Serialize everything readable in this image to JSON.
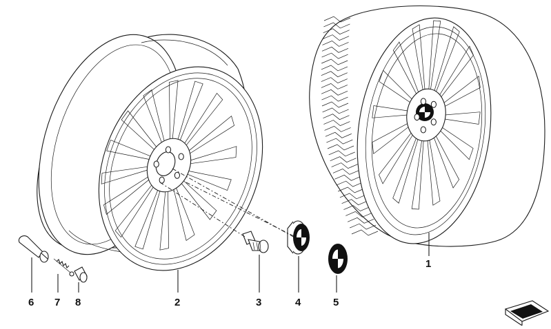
{
  "callouts": [
    {
      "id": "1",
      "label": "1"
    },
    {
      "id": "2",
      "label": "2"
    },
    {
      "id": "3",
      "label": "3"
    },
    {
      "id": "4",
      "label": "4"
    },
    {
      "id": "5",
      "label": "5"
    },
    {
      "id": "6",
      "label": "6"
    },
    {
      "id": "7",
      "label": "7"
    },
    {
      "id": "8",
      "label": "8"
    }
  ],
  "parts": {
    "p1": "complete-wheel-with-tyre",
    "p2": "light-alloy-rim",
    "p3": "wheel-bolt",
    "p4": "hub-cap",
    "p5": "emblem",
    "p6": "tyre-valve",
    "p7": "valve-core",
    "p8": "valve-cap"
  }
}
